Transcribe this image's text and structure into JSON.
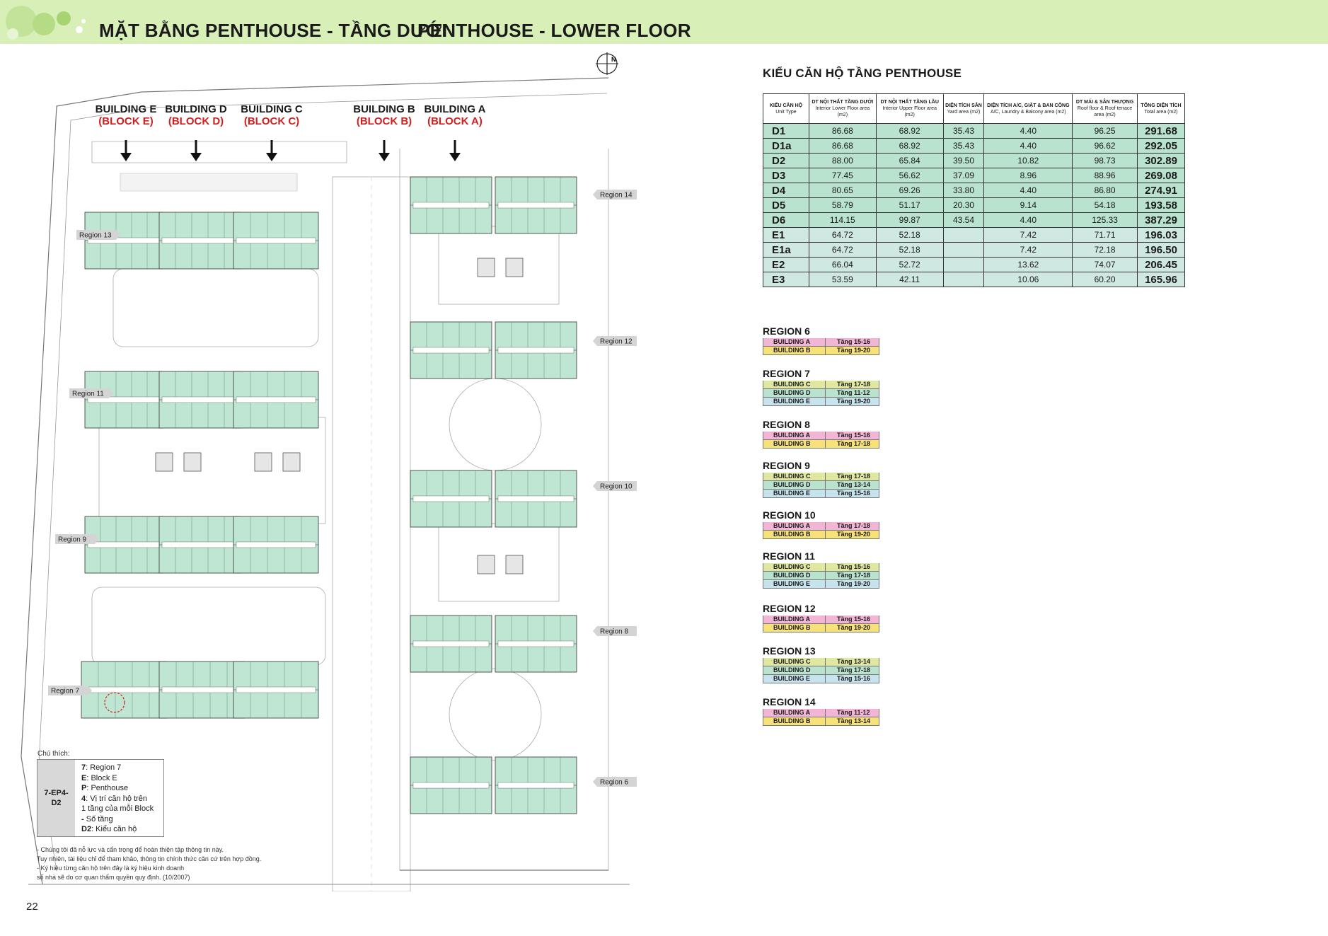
{
  "header": {
    "title_vn": "MẶT BẰNG PENTHOUSE - TẦNG DƯỚI",
    "title_en": "PENTHOUSE - LOWER FLOOR"
  },
  "plan": {
    "north": "N",
    "buildings": [
      {
        "name": "BUILDING E",
        "block": "(BLOCK E)"
      },
      {
        "name": "BUILDING D",
        "block": "(BLOCK D)"
      },
      {
        "name": "BUILDING C",
        "block": "(BLOCK C)"
      },
      {
        "name": "BUILDING B",
        "block": "(BLOCK B)"
      },
      {
        "name": "BUILDING A",
        "block": "(BLOCK A)"
      }
    ],
    "region_tags": [
      "Region 14",
      "Region 13",
      "Region 12",
      "Region 11",
      "Region 10",
      "Region 9",
      "Region 8",
      "Region 7",
      "Region 6"
    ]
  },
  "legend": {
    "caption": "Chú thích:",
    "code_line1": "7-EP4-",
    "code_line2": "D2",
    "lines": [
      {
        "k": "7",
        "v": ": Region 7"
      },
      {
        "k": "E",
        "v": ": Block E"
      },
      {
        "k": "P",
        "v": ": Penthouse"
      },
      {
        "k": "4",
        "v": ": Vị trí căn hộ trên"
      },
      {
        "k": "",
        "v": "1 tầng của mỗi Block"
      },
      {
        "k": "-",
        "v": " Số tầng"
      },
      {
        "k": "D2",
        "v": ": Kiểu căn hộ"
      }
    ]
  },
  "notes": [
    "- Chúng tôi đã nỗ lực và cẩn trọng để hoàn thiện tập thông tin này.",
    "  Tuy nhiên, tài liệu chỉ để tham khảo, thông tin chính thức căn cứ trên hợp đồng.",
    "- Ký hiệu từng căn hộ trên đây là ký hiệu kinh doanh",
    "  số nhà sẽ do cơ quan thẩm quyền quy định. (10/2007)"
  ],
  "page_number": "22",
  "table": {
    "title": "KIỂU CĂN HỘ TẦNG PENTHOUSE",
    "headers": [
      {
        "vn": "KIỂU CĂN HỘ",
        "en": "Unit Type"
      },
      {
        "vn": "DT NỘI THẤT TẦNG DƯỚI",
        "en": "Interior Lower Floor area (m2)"
      },
      {
        "vn": "DT NỘI THẤT TẦNG LẦU",
        "en": "Interior Upper Floor area (m2)"
      },
      {
        "vn": "DIỆN TÍCH SÂN",
        "en": "Yard area (m2)"
      },
      {
        "vn": "DIỆN TÍCH A/C, GIẶT & BAN CÔNG",
        "en": "A/C, Laundry & Balcony area (m2)"
      },
      {
        "vn": "DT MÁI & SÂN THƯỢNG",
        "en": "Roof floor & Roof terrace area (m2)"
      },
      {
        "vn": "TỔNG DIỆN TÍCH",
        "en": "Total area (m2)"
      }
    ],
    "rows": [
      {
        "code": "D1",
        "lower": "86.68",
        "upper": "68.92",
        "yard": "35.43",
        "ac": "4.40",
        "roof": "96.25",
        "total": "291.68"
      },
      {
        "code": "D1a",
        "lower": "86.68",
        "upper": "68.92",
        "yard": "35.43",
        "ac": "4.40",
        "roof": "96.62",
        "total": "292.05"
      },
      {
        "code": "D2",
        "lower": "88.00",
        "upper": "65.84",
        "yard": "39.50",
        "ac": "10.82",
        "roof": "98.73",
        "total": "302.89"
      },
      {
        "code": "D3",
        "lower": "77.45",
        "upper": "56.62",
        "yard": "37.09",
        "ac": "8.96",
        "roof": "88.96",
        "total": "269.08"
      },
      {
        "code": "D4",
        "lower": "80.65",
        "upper": "69.26",
        "yard": "33.80",
        "ac": "4.40",
        "roof": "86.80",
        "total": "274.91"
      },
      {
        "code": "D5",
        "lower": "58.79",
        "upper": "51.17",
        "yard": "20.30",
        "ac": "9.14",
        "roof": "54.18",
        "total": "193.58"
      },
      {
        "code": "D6",
        "lower": "114.15",
        "upper": "99.87",
        "yard": "43.54",
        "ac": "4.40",
        "roof": "125.33",
        "total": "387.29"
      },
      {
        "code": "E1",
        "lower": "64.72",
        "upper": "52.18",
        "yard": "",
        "ac": "7.42",
        "roof": "71.71",
        "total": "196.03"
      },
      {
        "code": "E1a",
        "lower": "64.72",
        "upper": "52.18",
        "yard": "",
        "ac": "7.42",
        "roof": "72.18",
        "total": "196.50"
      },
      {
        "code": "E2",
        "lower": "66.04",
        "upper": "52.72",
        "yard": "",
        "ac": "13.62",
        "roof": "74.07",
        "total": "206.45"
      },
      {
        "code": "E3",
        "lower": "53.59",
        "upper": "42.11",
        "yard": "",
        "ac": "10.06",
        "roof": "60.20",
        "total": "165.96"
      }
    ]
  },
  "regions": [
    {
      "name": "REGION 6",
      "rows": [
        {
          "b": "BUILDING A",
          "t": "Tầng 15-16",
          "c": "#f3b5d6"
        },
        {
          "b": "BUILDING B",
          "t": "Tầng 19-20",
          "c": "#f7e27a"
        }
      ]
    },
    {
      "name": "REGION 7",
      "rows": [
        {
          "b": "BUILDING C",
          "t": "Tầng 17-18",
          "c": "#dfe7a0"
        },
        {
          "b": "BUILDING D",
          "t": "Tầng 11-12",
          "c": "#b9e2cf"
        },
        {
          "b": "BUILDING E",
          "t": "Tầng 19-20",
          "c": "#c7e4ee"
        }
      ]
    },
    {
      "name": "REGION 8",
      "rows": [
        {
          "b": "BUILDING A",
          "t": "Tầng 15-16",
          "c": "#f3b5d6"
        },
        {
          "b": "BUILDING B",
          "t": "Tầng 17-18",
          "c": "#f7e27a"
        }
      ]
    },
    {
      "name": "REGION 9",
      "rows": [
        {
          "b": "BUILDING C",
          "t": "Tầng 17-18",
          "c": "#dfe7a0"
        },
        {
          "b": "BUILDING D",
          "t": "Tầng 13-14",
          "c": "#b9e2cf"
        },
        {
          "b": "BUILDING E",
          "t": "Tầng 15-16",
          "c": "#c7e4ee"
        }
      ]
    },
    {
      "name": "REGION 10",
      "rows": [
        {
          "b": "BUILDING A",
          "t": "Tầng 17-18",
          "c": "#f3b5d6"
        },
        {
          "b": "BUILDING B",
          "t": "Tầng 19-20",
          "c": "#f7e27a"
        }
      ]
    },
    {
      "name": "REGION 11",
      "rows": [
        {
          "b": "BUILDING C",
          "t": "Tầng 15-16",
          "c": "#dfe7a0"
        },
        {
          "b": "BUILDING D",
          "t": "Tầng 17-18",
          "c": "#b9e2cf"
        },
        {
          "b": "BUILDING E",
          "t": "Tầng 19-20",
          "c": "#c7e4ee"
        }
      ]
    },
    {
      "name": "REGION 12",
      "rows": [
        {
          "b": "BUILDING A",
          "t": "Tầng 15-16",
          "c": "#f3b5d6"
        },
        {
          "b": "BUILDING B",
          "t": "Tầng 19-20",
          "c": "#f7e27a"
        }
      ]
    },
    {
      "name": "REGION 13",
      "rows": [
        {
          "b": "BUILDING C",
          "t": "Tầng 13-14",
          "c": "#dfe7a0"
        },
        {
          "b": "BUILDING D",
          "t": "Tầng 17-18",
          "c": "#b9e2cf"
        },
        {
          "b": "BUILDING E",
          "t": "Tầng 15-16",
          "c": "#c7e4ee"
        }
      ]
    },
    {
      "name": "REGION 14",
      "rows": [
        {
          "b": "BUILDING A",
          "t": "Tầng 11-12",
          "c": "#f3b5d6"
        },
        {
          "b": "BUILDING B",
          "t": "Tầng 13-14",
          "c": "#f7e27a"
        }
      ]
    }
  ]
}
